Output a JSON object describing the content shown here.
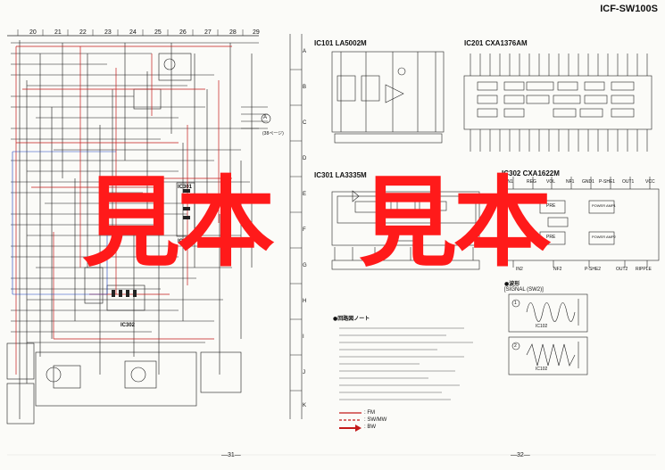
{
  "header": {
    "model": "ICF-SW100S"
  },
  "grid": {
    "columns": [
      "20",
      "21",
      "22",
      "23",
      "24",
      "25",
      "26",
      "27",
      "28",
      "29"
    ],
    "rows": [
      "A",
      "B",
      "C",
      "D",
      "E",
      "F",
      "G",
      "H",
      "I",
      "J",
      "K"
    ]
  },
  "left_schematic": {
    "ic_labels": [
      "IC301",
      "IC303",
      "IC302"
    ],
    "jack_note": "(38ページ)",
    "jack_symbol": "A"
  },
  "ic_blocks": [
    {
      "title": "IC101  LA5002M"
    },
    {
      "title": "IC201  CXA1376AM"
    },
    {
      "title": "IC301  LA3335M"
    },
    {
      "title": "IC302  CXA1622M"
    }
  ],
  "ic302_pins_top": [
    "IN1",
    "REG",
    "VOL",
    "NF1",
    "GND1",
    "P-SHE1",
    "OUT1",
    "VCC"
  ],
  "ic302_blocks": [
    "PRE",
    "POWER AMP1",
    "PRE",
    "POWER AMP2"
  ],
  "ic302_pins_bottom": [
    "IN2",
    "NF2",
    "P-SHE2",
    "OUT2",
    "RIPPLE"
  ],
  "notes": {
    "title": "●回路図ノート",
    "waveform_title": "●波形",
    "signal_label": "[SIGNAL (SW2)]",
    "waveforms": [
      {
        "num": "1",
        "ref": "IC102"
      },
      {
        "num": "2",
        "ref": "IC102"
      }
    ],
    "legend": [
      ": FM",
      ": SW/MW",
      ": BW"
    ]
  },
  "watermark": {
    "text": "見本"
  },
  "page_numbers": {
    "left": "—31—",
    "right": "—32—"
  }
}
